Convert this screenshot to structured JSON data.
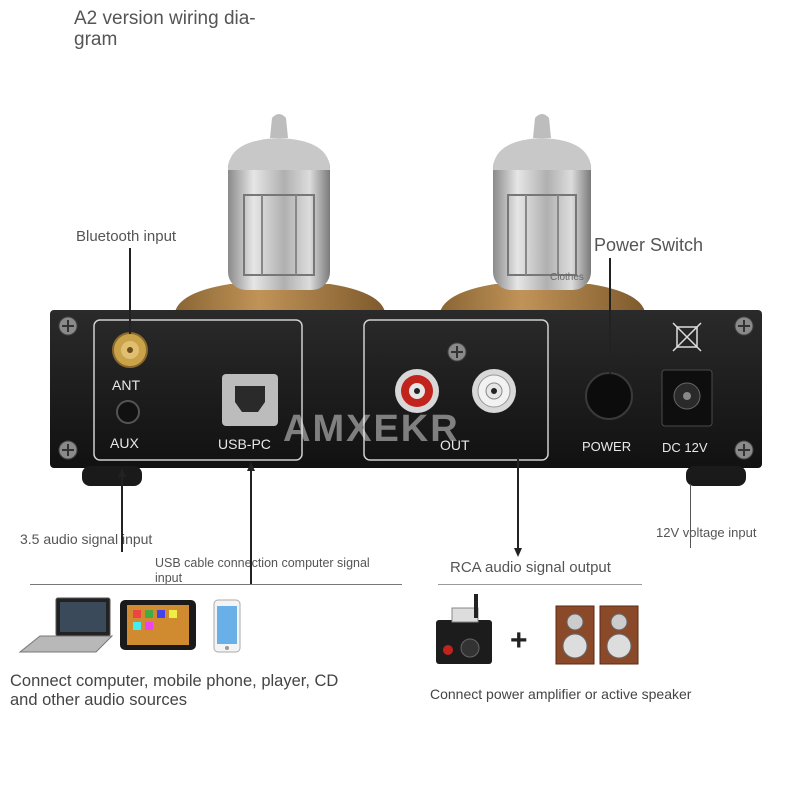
{
  "title": "A2 version wiring diagram",
  "title_line1": "A2 version wiring dia-",
  "title_line2": "gram",
  "callouts": {
    "bluetooth": "Bluetooth input",
    "power_switch": "Power Switch",
    "aux_input": "3.5 audio signal input",
    "usb_input_line1": "USB cable connection computer signal",
    "usb_input_line2": "input",
    "rca_output": "RCA audio signal output",
    "voltage_input": "12V voltage input"
  },
  "panel": {
    "ant": "ANT",
    "aux": "AUX",
    "usb": "USB-PC",
    "out": "OUT",
    "power": "POWER",
    "dc": "DC 12V",
    "watermark": "AMXEKR",
    "tube_mark": "Clothes"
  },
  "captions": {
    "sources_line1": "Connect computer, mobile phone, player, CD",
    "sources_line2": "and other audio sources",
    "outputs": "Connect power amplifier or active speaker",
    "plus": "+"
  },
  "colors": {
    "chassis": "#1c1c1c",
    "tube_base": "#b58a4a",
    "rca_red": "#c0241c",
    "gold": "#c9a24a"
  },
  "icons": [
    "laptop-icon",
    "tablet-icon",
    "phone-icon",
    "amplifier-icon",
    "speaker-icon"
  ]
}
